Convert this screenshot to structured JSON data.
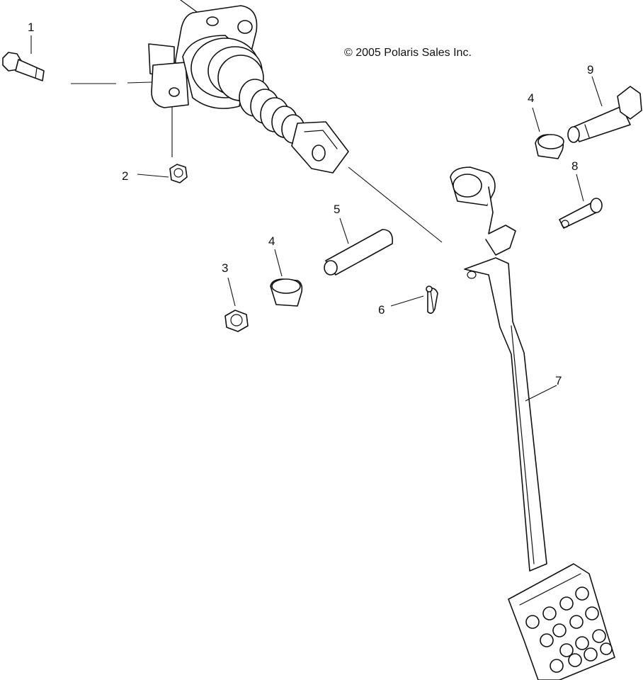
{
  "copyright": "© 2005 Polaris Sales Inc.",
  "callouts": {
    "c1": "1",
    "c2": "2",
    "c3": "3",
    "c4a": "4",
    "c4b": "4",
    "c5": "5",
    "c6": "6",
    "c7": "7",
    "c8": "8",
    "c9": "9"
  }
}
